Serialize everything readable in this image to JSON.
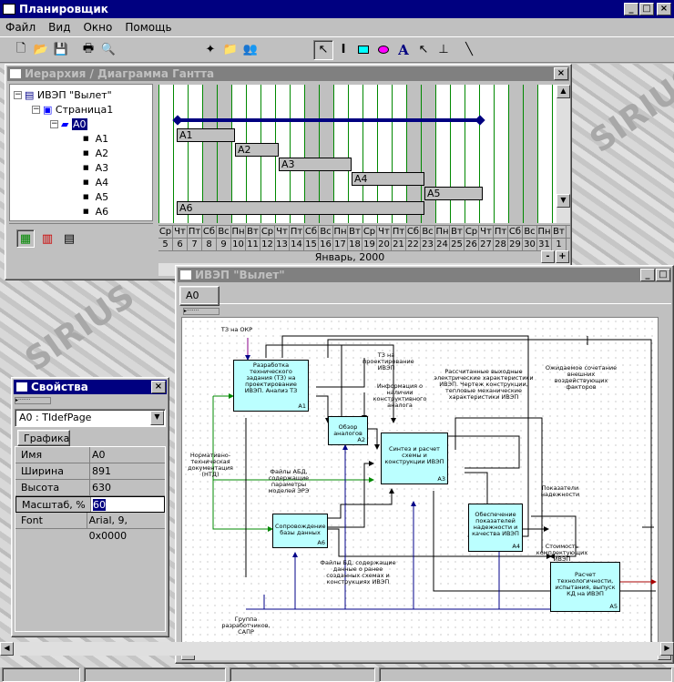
{
  "app": {
    "title": "Планировщик"
  },
  "menu": [
    "Файл",
    "Вид",
    "Окно",
    "Помощь"
  ],
  "hierarchy": {
    "title": "Иерархия / Диаграмма Гантта",
    "tree": [
      "ИВЭП \"Вылет\"",
      "Страница1",
      "A0",
      "A1",
      "A2",
      "A3",
      "A4",
      "A5",
      "A6"
    ],
    "gantt_bars": [
      "A1",
      "A2",
      "A3",
      "A4",
      "A5",
      "A6"
    ],
    "days": [
      "Ср",
      "Чт",
      "Пт",
      "Сб",
      "Вс",
      "Пн",
      "Вт",
      "Ср",
      "Чт",
      "Пт",
      "Сб",
      "Вс",
      "Пн",
      "Вт",
      "Ср",
      "Чт",
      "Пт",
      "Сб",
      "Вс",
      "Пн",
      "Вт",
      "Ср",
      "Чт",
      "Пт",
      "Сб",
      "Вс",
      "Пн",
      "Вт"
    ],
    "dates": [
      "5",
      "6",
      "7",
      "8",
      "9",
      "10",
      "11",
      "12",
      "13",
      "14",
      "15",
      "16",
      "17",
      "18",
      "19",
      "20",
      "21",
      "22",
      "23",
      "24",
      "25",
      "26",
      "27",
      "28",
      "29",
      "30",
      "31",
      "1"
    ],
    "month": "Январь, 2000"
  },
  "diagram": {
    "title": "ИВЭП \"Вылет\"",
    "tab": "A0",
    "boxes": [
      {
        "text": "Разработка технического задания (ТЗ) на проектирование ИВЭП. Анализ ТЗ",
        "code": "A1"
      },
      {
        "text": "Обзор аналогов",
        "code": "A2"
      },
      {
        "text": "Синтез и расчет схемы и конструкции ИВЭП",
        "code": "A3"
      },
      {
        "text": "Обеспечение показателей надежности и качества ИВЭП",
        "code": "A4"
      },
      {
        "text": "Расчет технологичности, испытания, выпуск КД на ИВЭП",
        "code": "A5"
      },
      {
        "text": "Сопровождение базы данных",
        "code": "A6"
      }
    ],
    "labels": [
      "ТЗ на ОКР",
      "ТЗ на проектирование ИВЭП",
      "Информация о наличии конструктивного аналога",
      "Рассчитанные выходные электрические характеристики ИВЭП. Чертеж конструкции, тепловые механические характеристики ИВЭП",
      "Ожидаемое сочетание внешних воздействующих факторов",
      "Нормативно-техническая документация (НТД)",
      "Файлы АБД, содержащие параметры моделей ЭРЭ",
      "Показатели надежности",
      "Стоимость комплектующих ИВЭП",
      "Файлы БД, содержащие данные о ранее созданных схемах и конструкциях ИВЭП",
      "Группа разработчиков, САПР"
    ]
  },
  "properties": {
    "title": "Свойства",
    "selector": "A0 : TIdefPage",
    "tab": "Графика",
    "rows": [
      {
        "name": "Имя",
        "value": "A0"
      },
      {
        "name": "Ширина",
        "value": "891"
      },
      {
        "name": "Высота",
        "value": "630"
      },
      {
        "name": "Масштаб, %",
        "value": "60"
      },
      {
        "name": "Font",
        "value": "Arial, 9, 0x0000"
      }
    ]
  },
  "watermark": "SIRIUS"
}
